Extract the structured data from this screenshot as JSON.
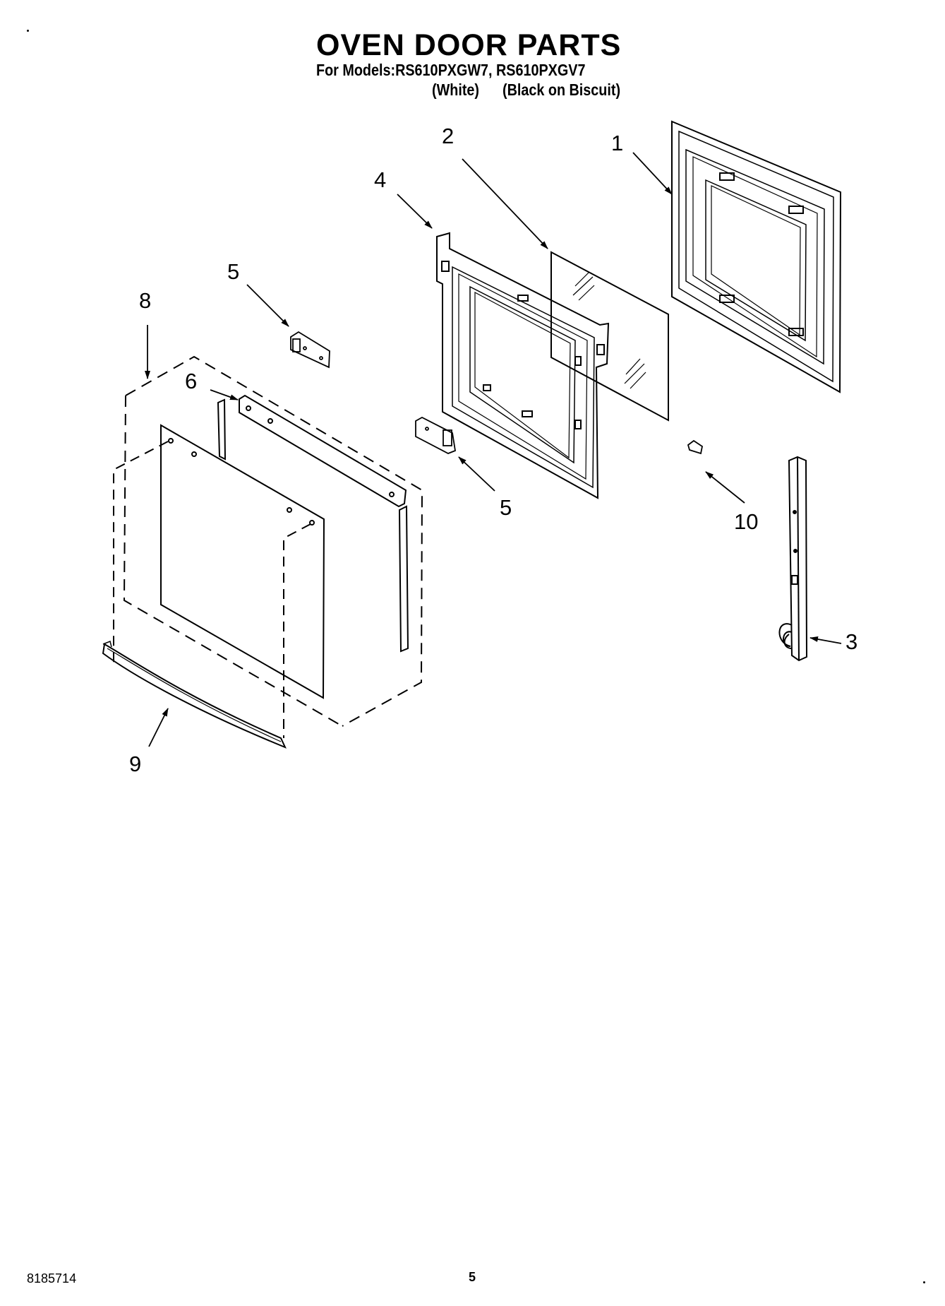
{
  "header": {
    "title": "OVEN DOOR PARTS",
    "subtitle": "For Models:RS610PXGW7, RS610PXGV7",
    "variant_white": "(White)",
    "variant_biscuit": "(Black on Biscuit)"
  },
  "callouts": {
    "c1": "1",
    "c2": "2",
    "c3": "3",
    "c4": "4",
    "c5a": "5",
    "c5b": "5",
    "c6": "6",
    "c8": "8",
    "c9": "9",
    "c10": "10"
  },
  "footer": {
    "doc_number": "8185714",
    "page_number": "5"
  }
}
